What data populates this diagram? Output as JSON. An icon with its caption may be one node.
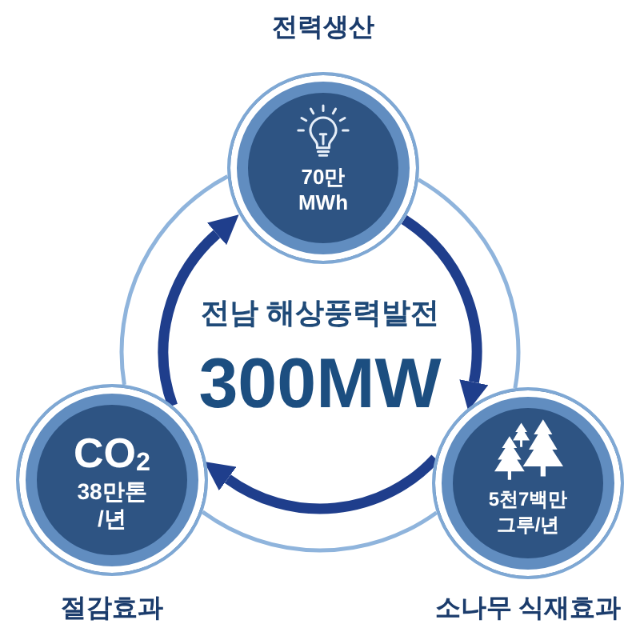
{
  "diagram": {
    "nodes": [
      {
        "text": [
          "70만 MWh"
        ],
        "beside": [
          "전력생산"
        ]
      },
      {
        "text": [
          "CO$_{2}$",
          "38만톤 /년"
        ],
        "beside": [
          "절감효과"
        ]
      },
      {
        "text": [
          "5천7백만 그루/년"
        ],
        "beside": [
          "소나무 식재효과"
        ]
      }
    ],
    "edges": [
      {
        "from": 0,
        "to": 2,
        "arrow": "to",
        "style": "thick",
        "color": "#1f3e8c"
      },
      {
        "from": 2,
        "to": 1,
        "arrow": "to",
        "style": "thick",
        "color": "#1f3e8c"
      },
      {
        "from": 1,
        "to": 0,
        "arrow": "to",
        "style": "thick",
        "color": "#1f3e8c"
      },
      {
        "from": 0,
        "to": 2,
        "arrow": "none",
        "color": "#8fb4dc"
      },
      {
        "from": 2,
        "to": 1,
        "arrow": "none",
        "color": "#8fb4dc"
      },
      {
        "from": 1,
        "to": 0,
        "arrow": "none",
        "color": "#8fb4dc"
      }
    ],
    "labels": [
      "전남 해상풍력발전",
      "300MW"
    ]
  }
}
